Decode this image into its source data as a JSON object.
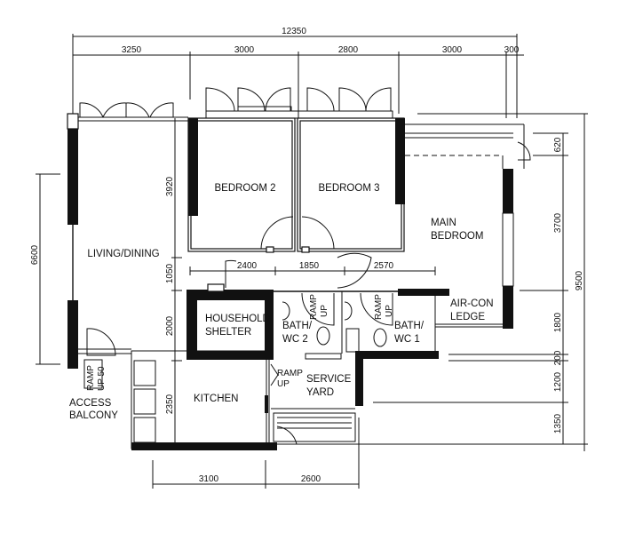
{
  "plan": {
    "rooms": {
      "bedroom2": "BEDROOM  2",
      "bedroom3": "BEDROOM  3",
      "main_bedroom_1": "MAIN",
      "main_bedroom_2": "BEDROOM",
      "living_dining": "LIVING/DINING",
      "household_shelter_1": "HOUSEHOLD",
      "household_shelter_2": "SHELTER",
      "bath2_1": "BATH/",
      "bath2_2": "WC  2",
      "bath1_1": "BATH/",
      "bath1_2": "WC  1",
      "aircon_1": "AIR-CON",
      "aircon_2": "LEDGE",
      "kitchen": "KITCHEN",
      "service_yard_1": "SERVICE",
      "service_yard_2": "YARD",
      "access_balcony_1": "ACCESS",
      "access_balcony_2": "BALCONY",
      "ramp": "RAMP",
      "up": "UP",
      "up50": "UP 50"
    },
    "dimensions": {
      "overall_width": "12350",
      "top": [
        "3250",
        "3000",
        "2800",
        "3000",
        "300"
      ],
      "left_total": "6600",
      "left_inner": [
        "3920",
        "1050",
        "2000",
        "2350"
      ],
      "corridor": [
        "2400",
        "1850",
        "2570"
      ],
      "right_inner": [
        "620",
        "3700",
        "1800",
        "200",
        "1200",
        "1350"
      ],
      "right_total": "9500",
      "bottom": [
        "3100",
        "2600"
      ]
    }
  }
}
